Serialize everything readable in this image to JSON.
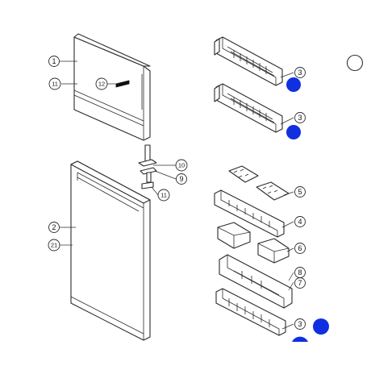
{
  "callouts": {
    "c1": "1",
    "c11a": "11",
    "c12": "12",
    "c10": "10",
    "c9": "9",
    "c11b": "11",
    "c2": "2",
    "c21": "21",
    "c3a": "3",
    "c3b": "3",
    "c5": "5",
    "c4": "4",
    "c6": "6",
    "c8": "8",
    "c7": "7",
    "c3c": "3"
  },
  "colors": {
    "marker_blue": "#1030e0",
    "line": "#2b2b2b"
  }
}
